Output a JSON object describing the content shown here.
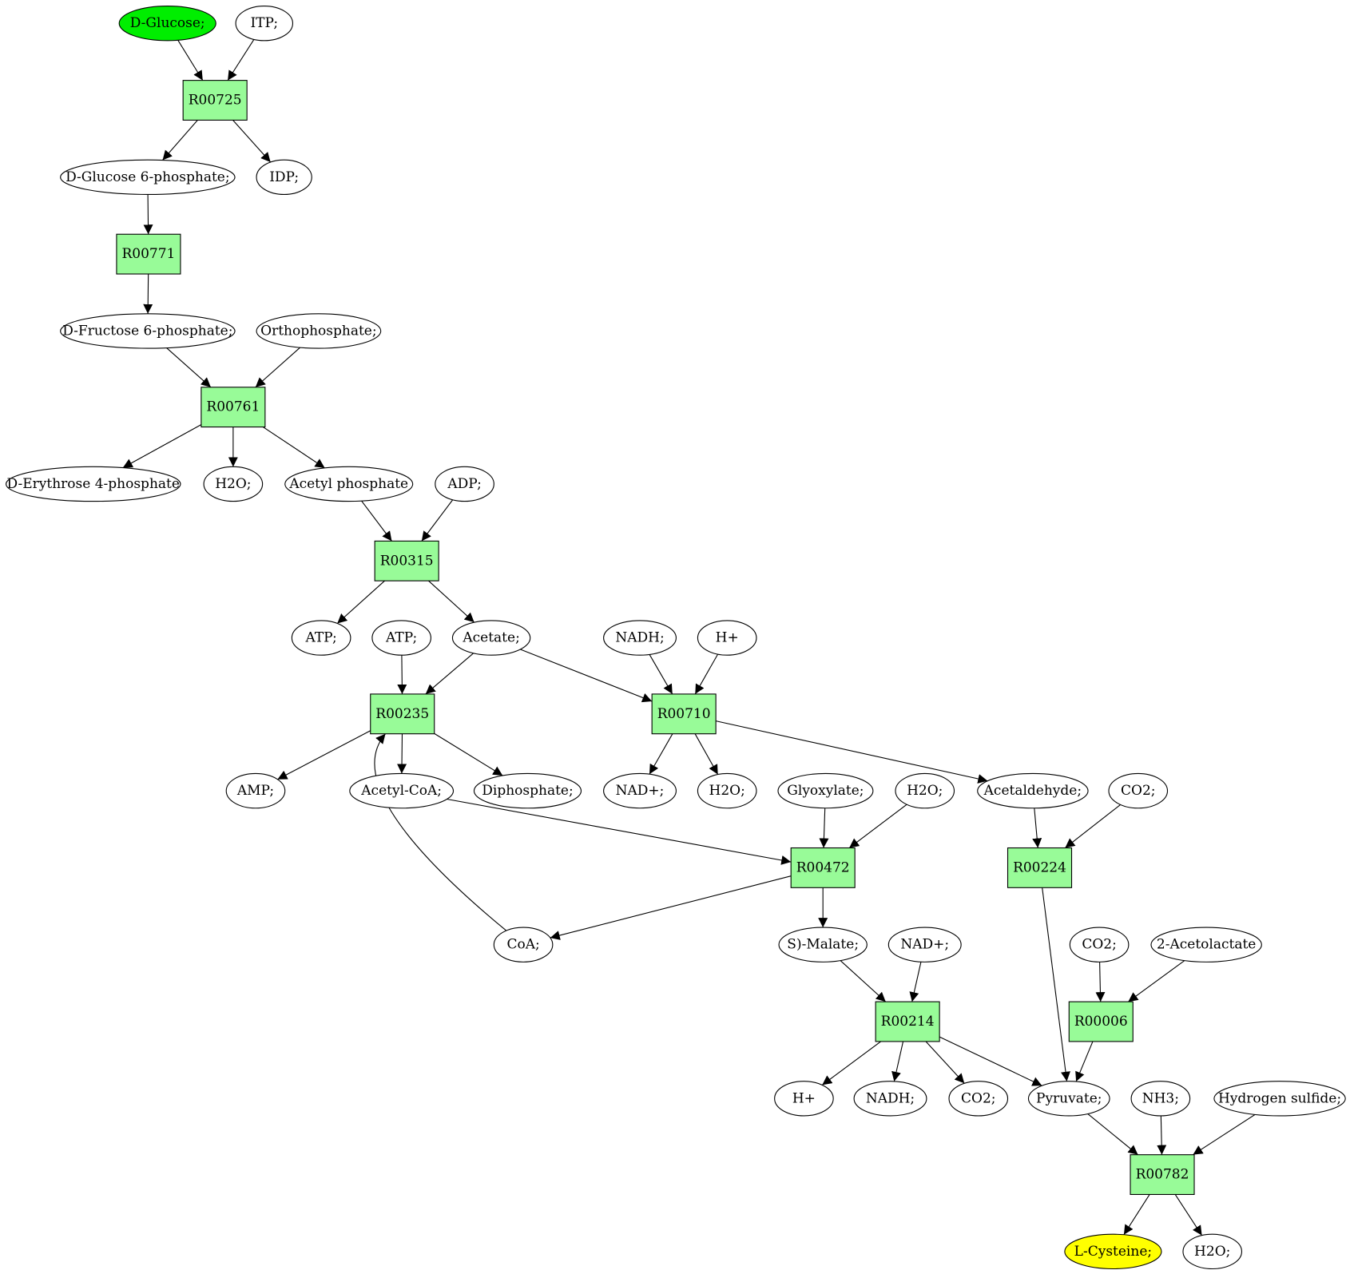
{
  "colors": {
    "reaction_fill": "#98fb98",
    "start_fill": "#00ee00",
    "end_fill": "#ffff00",
    "compound_fill": "#ffffff",
    "stroke": "#000000"
  },
  "nodes": [
    {
      "id": "n_glucose",
      "label": "D-Glucose;",
      "kind": "compound",
      "role": "start"
    },
    {
      "id": "n_itp",
      "label": "ITP;",
      "kind": "compound"
    },
    {
      "id": "r_00725",
      "label": "R00725",
      "kind": "reaction"
    },
    {
      "id": "n_g6p",
      "label": "D-Glucose 6-phosphate;",
      "kind": "compound"
    },
    {
      "id": "n_idp",
      "label": "IDP;",
      "kind": "compound"
    },
    {
      "id": "r_00771",
      "label": "R00771",
      "kind": "reaction"
    },
    {
      "id": "n_f6p",
      "label": "D-Fructose 6-phosphate;",
      "kind": "compound"
    },
    {
      "id": "n_orthophosphate",
      "label": "Orthophosphate;",
      "kind": "compound"
    },
    {
      "id": "r_00761",
      "label": "R00761",
      "kind": "reaction"
    },
    {
      "id": "n_e4p",
      "label": "D-Erythrose 4-phosphate",
      "kind": "compound"
    },
    {
      "id": "n_h2o_1",
      "label": "H2O;",
      "kind": "compound"
    },
    {
      "id": "n_acetylphosphate",
      "label": "Acetyl phosphate",
      "kind": "compound"
    },
    {
      "id": "n_adp",
      "label": "ADP;",
      "kind": "compound"
    },
    {
      "id": "r_00315",
      "label": "R00315",
      "kind": "reaction"
    },
    {
      "id": "n_atp_1",
      "label": "ATP;",
      "kind": "compound"
    },
    {
      "id": "n_atp_2",
      "label": "ATP;",
      "kind": "compound"
    },
    {
      "id": "n_acetate",
      "label": "Acetate;",
      "kind": "compound"
    },
    {
      "id": "n_nadh_1",
      "label": "NADH;",
      "kind": "compound"
    },
    {
      "id": "n_hplus_1",
      "label": "H+",
      "kind": "compound"
    },
    {
      "id": "r_00235",
      "label": "R00235",
      "kind": "reaction"
    },
    {
      "id": "r_00710",
      "label": "R00710",
      "kind": "reaction"
    },
    {
      "id": "n_amp",
      "label": "AMP;",
      "kind": "compound"
    },
    {
      "id": "n_acetylcoa",
      "label": "Acetyl-CoA;",
      "kind": "compound"
    },
    {
      "id": "n_diphosphate",
      "label": "Diphosphate;",
      "kind": "compound"
    },
    {
      "id": "n_nadplus_1",
      "label": "NAD+;",
      "kind": "compound"
    },
    {
      "id": "n_h2o_2",
      "label": "H2O;",
      "kind": "compound"
    },
    {
      "id": "n_glyoxylate",
      "label": "Glyoxylate;",
      "kind": "compound"
    },
    {
      "id": "n_h2o_3",
      "label": "H2O;",
      "kind": "compound"
    },
    {
      "id": "n_acetaldehyde",
      "label": "Acetaldehyde;",
      "kind": "compound"
    },
    {
      "id": "n_co2_1",
      "label": "CO2;",
      "kind": "compound"
    },
    {
      "id": "r_00472",
      "label": "R00472",
      "kind": "reaction"
    },
    {
      "id": "r_00224",
      "label": "R00224",
      "kind": "reaction"
    },
    {
      "id": "n_coa",
      "label": "CoA;",
      "kind": "compound"
    },
    {
      "id": "n_smalate",
      "label": "S)-Malate;",
      "kind": "compound"
    },
    {
      "id": "n_nadplus_2",
      "label": "NAD+;",
      "kind": "compound"
    },
    {
      "id": "n_co2_2",
      "label": "CO2;",
      "kind": "compound"
    },
    {
      "id": "n_acetolactate",
      "label": "2-Acetolactate",
      "kind": "compound"
    },
    {
      "id": "r_00214",
      "label": "R00214",
      "kind": "reaction"
    },
    {
      "id": "r_00006",
      "label": "R00006",
      "kind": "reaction"
    },
    {
      "id": "n_hplus_2",
      "label": "H+",
      "kind": "compound"
    },
    {
      "id": "n_nadh_2",
      "label": "NADH;",
      "kind": "compound"
    },
    {
      "id": "n_co2_3",
      "label": "CO2;",
      "kind": "compound"
    },
    {
      "id": "n_pyruvate",
      "label": "Pyruvate;",
      "kind": "compound"
    },
    {
      "id": "n_nh3",
      "label": "NH3;",
      "kind": "compound"
    },
    {
      "id": "n_h2s",
      "label": "Hydrogen sulfide;",
      "kind": "compound"
    },
    {
      "id": "r_00782",
      "label": "R00782",
      "kind": "reaction"
    },
    {
      "id": "n_cysteine",
      "label": "L-Cysteine;",
      "kind": "compound",
      "role": "end"
    },
    {
      "id": "n_h2o_4",
      "label": "H2O;",
      "kind": "compound"
    }
  ],
  "edges": [
    [
      "n_glucose",
      "r_00725"
    ],
    [
      "n_itp",
      "r_00725"
    ],
    [
      "r_00725",
      "n_g6p"
    ],
    [
      "r_00725",
      "n_idp"
    ],
    [
      "n_g6p",
      "r_00771"
    ],
    [
      "r_00771",
      "n_f6p"
    ],
    [
      "n_f6p",
      "r_00761"
    ],
    [
      "n_orthophosphate",
      "r_00761"
    ],
    [
      "r_00761",
      "n_e4p"
    ],
    [
      "r_00761",
      "n_h2o_1"
    ],
    [
      "r_00761",
      "n_acetylphosphate"
    ],
    [
      "n_acetylphosphate",
      "r_00315"
    ],
    [
      "n_adp",
      "r_00315"
    ],
    [
      "r_00315",
      "n_atp_1"
    ],
    [
      "r_00315",
      "n_acetate"
    ],
    [
      "n_atp_2",
      "r_00235"
    ],
    [
      "n_acetate",
      "r_00235"
    ],
    [
      "n_coa",
      "r_00235"
    ],
    [
      "r_00235",
      "n_amp"
    ],
    [
      "r_00235",
      "n_acetylcoa"
    ],
    [
      "r_00235",
      "n_diphosphate"
    ],
    [
      "n_acetate",
      "r_00710"
    ],
    [
      "n_nadh_1",
      "r_00710"
    ],
    [
      "n_hplus_1",
      "r_00710"
    ],
    [
      "r_00710",
      "n_nadplus_1"
    ],
    [
      "r_00710",
      "n_h2o_2"
    ],
    [
      "r_00710",
      "n_acetaldehyde"
    ],
    [
      "n_acetylcoa",
      "r_00472"
    ],
    [
      "n_glyoxylate",
      "r_00472"
    ],
    [
      "n_h2o_3",
      "r_00472"
    ],
    [
      "r_00472",
      "n_coa"
    ],
    [
      "r_00472",
      "n_smalate"
    ],
    [
      "n_acetaldehyde",
      "r_00224"
    ],
    [
      "n_co2_1",
      "r_00224"
    ],
    [
      "r_00224",
      "n_pyruvate"
    ],
    [
      "n_smalate",
      "r_00214"
    ],
    [
      "n_nadplus_2",
      "r_00214"
    ],
    [
      "r_00214",
      "n_hplus_2"
    ],
    [
      "r_00214",
      "n_nadh_2"
    ],
    [
      "r_00214",
      "n_co2_3"
    ],
    [
      "r_00214",
      "n_pyruvate"
    ],
    [
      "n_co2_2",
      "r_00006"
    ],
    [
      "n_acetolactate",
      "r_00006"
    ],
    [
      "r_00006",
      "n_pyruvate"
    ],
    [
      "n_pyruvate",
      "r_00782"
    ],
    [
      "n_nh3",
      "r_00782"
    ],
    [
      "n_h2s",
      "r_00782"
    ],
    [
      "r_00782",
      "n_cysteine"
    ],
    [
      "r_00782",
      "n_h2o_4"
    ]
  ]
}
